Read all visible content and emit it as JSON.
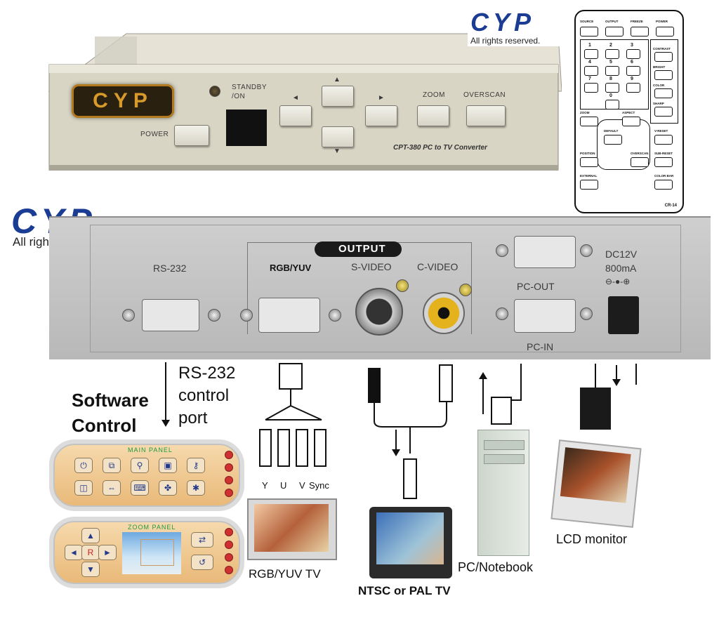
{
  "brand": {
    "logo_text": "CYP",
    "rights_text": "All rights reserved."
  },
  "front_panel": {
    "standby_label": "STANDBY\n/ON",
    "power_label": "POWER",
    "zoom_label": "ZOOM",
    "overscan_label": "OVERSCAN",
    "model_label": "CPT-380 PC to TV Converter",
    "arrow_left": "◄",
    "arrow_right": "►",
    "arrow_up": "▲",
    "arrow_down": "▼"
  },
  "remote": {
    "model_label": "CR-14",
    "top_buttons": [
      "SOURCE",
      "OUTPUT",
      "FREEZE",
      "POWER"
    ],
    "numbers": [
      "1",
      "2",
      "3",
      "4",
      "5",
      "6",
      "7",
      "8",
      "9",
      "0"
    ],
    "side_buttons": [
      "CONTRAST",
      "BRIGHT",
      "COLOR",
      "SHARP"
    ],
    "lower_buttons": [
      "ZOOM",
      "ASPECT",
      "DEFAULT",
      "V-RESET",
      "POSITION",
      "OVERSCAN",
      "SUB-RESET",
      "EXTERNAL",
      "COLOR BAR"
    ]
  },
  "rear_panel": {
    "output_label": "OUTPUT",
    "rs232_label": "RS-232",
    "rgb_label": "RGB/YUV",
    "svideo_label": "S-VIDEO",
    "cvideo_label": "C-VIDEO",
    "pc_out_label": "PC-OUT",
    "pc_in_label": "PC-IN",
    "dc_label": "DC12V",
    "ma_label": "800mA"
  },
  "connections": {
    "software_control": "Software\nControl",
    "rs232_caption": "RS-232\ncontrol\nport",
    "ypbpr": [
      "Y",
      "U",
      "V",
      "Sync"
    ],
    "rgb_tv": "RGB/YUV TV",
    "ntsc_tv": "NTSC or PAL TV",
    "pc_notebook": "PC/Notebook",
    "lcd_monitor": "LCD monitor"
  },
  "software_panels": {
    "main_title": "MAIN PANEL",
    "zoom_title": "ZOOM PANEL",
    "zoom_center": "R",
    "main_icons": [
      "power-icon",
      "zoom-box-icon",
      "magnifier-icon",
      "window-icon",
      "key-icon",
      "split-icon",
      "stretch-icon",
      "keyboard-icon",
      "fan-icon",
      "bug-icon"
    ]
  },
  "colors": {
    "logo_blue": "#1b3c93",
    "panel_gold": "#d89b2b",
    "software_panel": "#eec48a",
    "title_green": "#1f9a43"
  }
}
